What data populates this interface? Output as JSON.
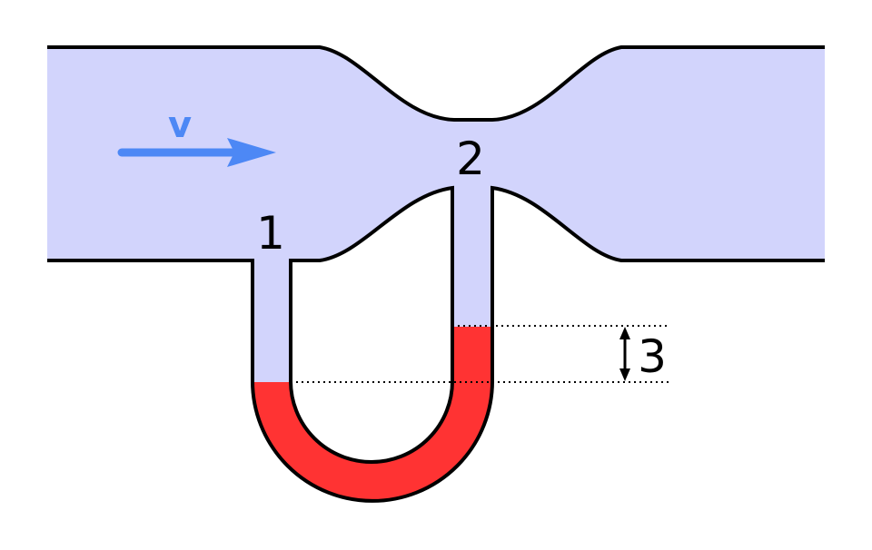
{
  "labels": {
    "point_1": "1",
    "point_2": "2",
    "height_difference": "3",
    "velocity": "v"
  },
  "colors": {
    "fluid": "#d2d4fc",
    "manometer_liquid": "#ff3333",
    "outline": "#000000",
    "velocity_arrow": "#4d88f5",
    "background": "#ffffff"
  }
}
